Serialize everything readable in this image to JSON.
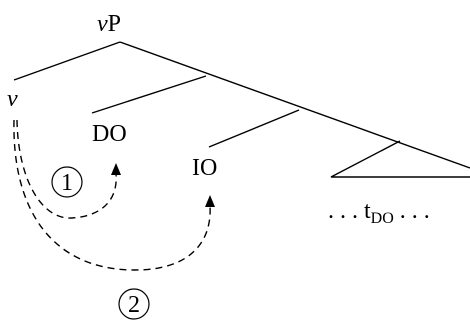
{
  "tree": {
    "root": {
      "italic_part": "v",
      "rest": "P"
    },
    "v_head": "v",
    "do_label": "DO",
    "io_label": "IO",
    "trace": {
      "prefix": ". . . t",
      "subscript": "DO",
      "suffix": " . . ."
    }
  },
  "movements": [
    {
      "label": "1"
    },
    {
      "label": "2"
    }
  ],
  "colors": {
    "ink": "#000000",
    "background": "#ffffff"
  }
}
